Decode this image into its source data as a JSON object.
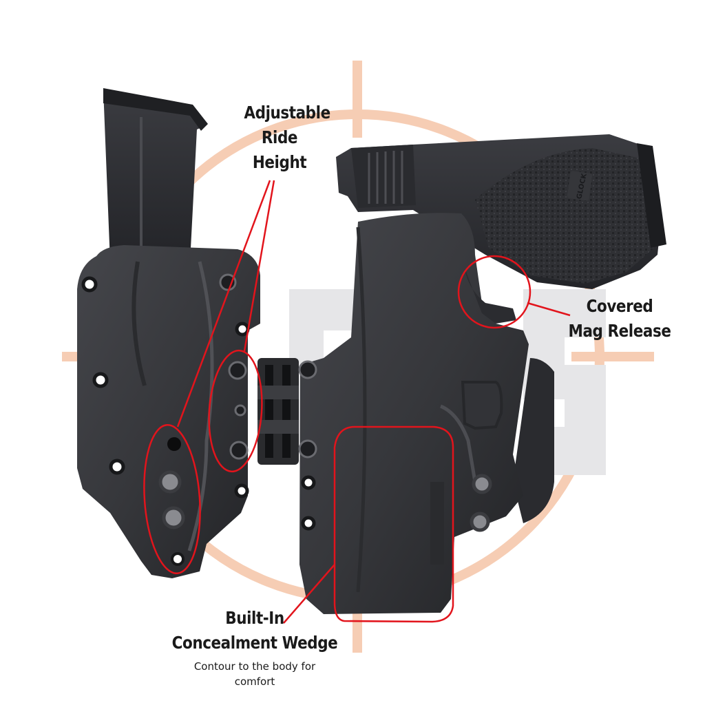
{
  "callouts": {
    "ride_height": {
      "lines": [
        "Adjustable",
        "Ride",
        "Height"
      ]
    },
    "mag_release": {
      "lines": [
        "Covered",
        "Mag Release"
      ]
    },
    "wedge": {
      "lines": [
        "Built-In",
        "Concealment Wedge"
      ],
      "caption": [
        "Contour to the body for",
        "comfort"
      ]
    }
  },
  "slide_logo": "GLOCK",
  "colors": {
    "kydex": "#3a3b3f",
    "kydex_dark": "#26272a",
    "gun": "#2e2f33",
    "watermark": "#f6cdb4",
    "watermark_letter": "#e6e6e8",
    "highlight": "#e2141c"
  },
  "icons": [
    "crosshair-watermark-icon",
    "brand-letter-watermark-icon"
  ]
}
